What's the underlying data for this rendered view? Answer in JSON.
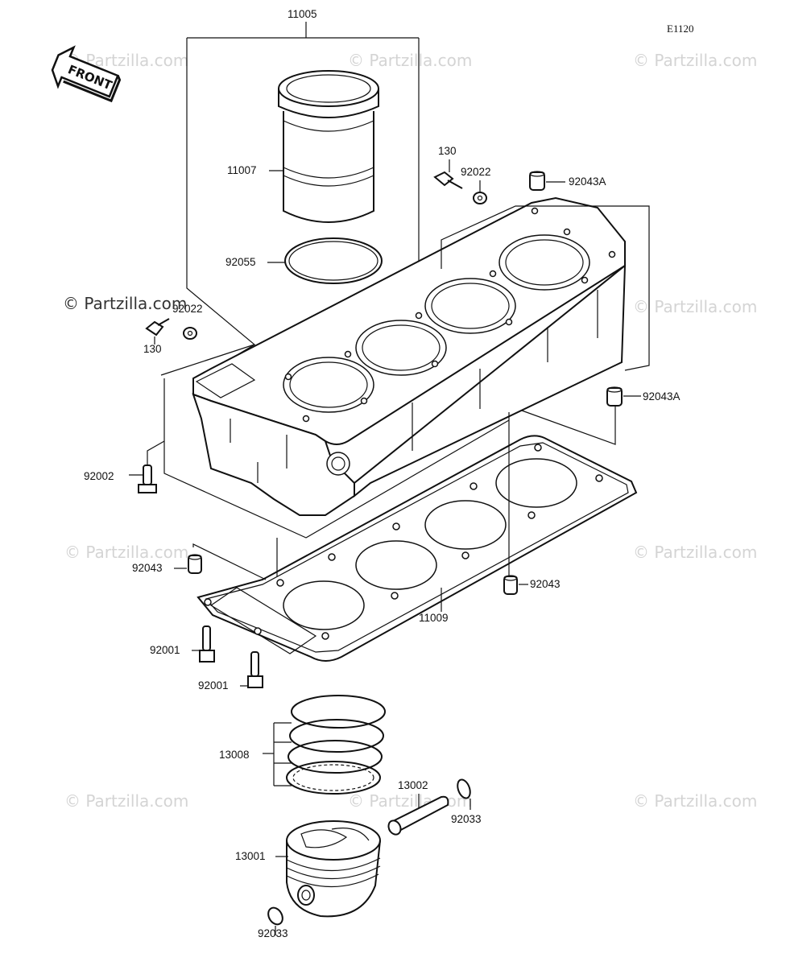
{
  "diagram_code": "E1120",
  "front_label": "FRONT",
  "watermark_text": "© Partzilla.com",
  "watermark_dark_text": "© Partzilla.com",
  "callouts": {
    "p11005": "11005",
    "p11007": "11007",
    "p92055": "92055",
    "p130_top": "130",
    "p92022_top": "92022",
    "p92043A_top": "92043A",
    "p92022_left": "92022",
    "p130_left": "130",
    "p92043A_right": "92043A",
    "p92002": "92002",
    "p92043_left": "92043",
    "p92043_right": "92043",
    "p11009": "11009",
    "p92001_a": "92001",
    "p92001_b": "92001",
    "p13008": "13008",
    "p13002": "13002",
    "p92033_right": "92033",
    "p13001": "13001",
    "p92033_bottom": "92033"
  }
}
